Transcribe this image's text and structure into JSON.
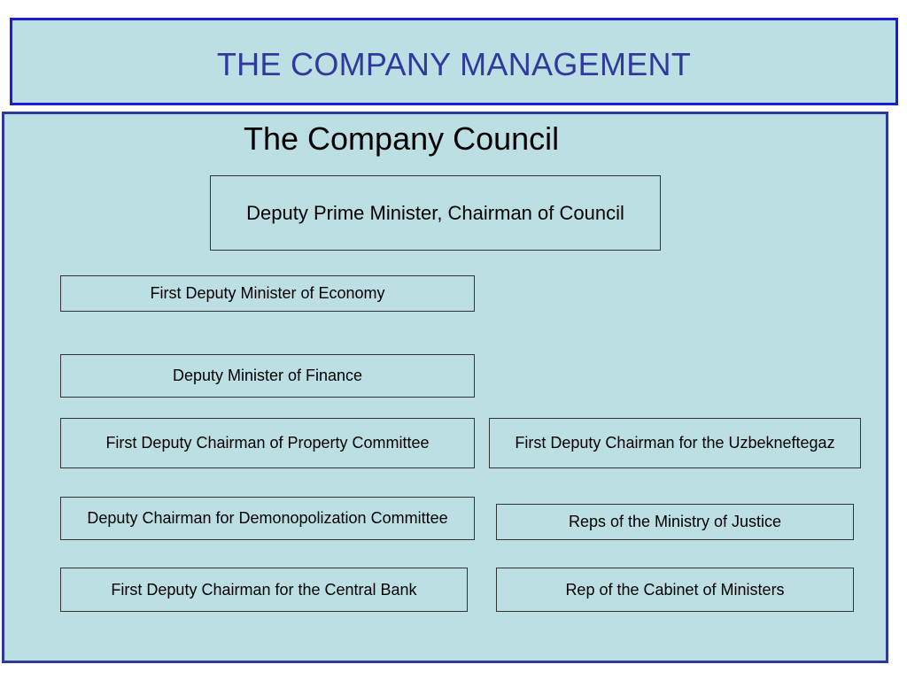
{
  "header": {
    "title": "THE COMPANY MANAGEMENT"
  },
  "council": {
    "title": "The Company Council",
    "chairman": "Deputy Prime Minister, Chairman of Council",
    "members_left": [
      "First Deputy Minister of Economy",
      "Deputy Minister of Finance",
      "First Deputy Chairman of Property Committee",
      "Deputy Chairman for Demonopolization Committee",
      "First Deputy Chairman for the Central Bank"
    ],
    "members_right": [
      "First Deputy Chairman for the Uzbekneftegaz",
      "Reps of the Ministry of Justice",
      "Rep of the Cabinet of Ministers"
    ]
  },
  "colors": {
    "panel_fill": "#bcdfe3",
    "title_border": "#1c1ce0",
    "title_text": "#2e3a9e",
    "panel_border": "#2d3a9a"
  }
}
